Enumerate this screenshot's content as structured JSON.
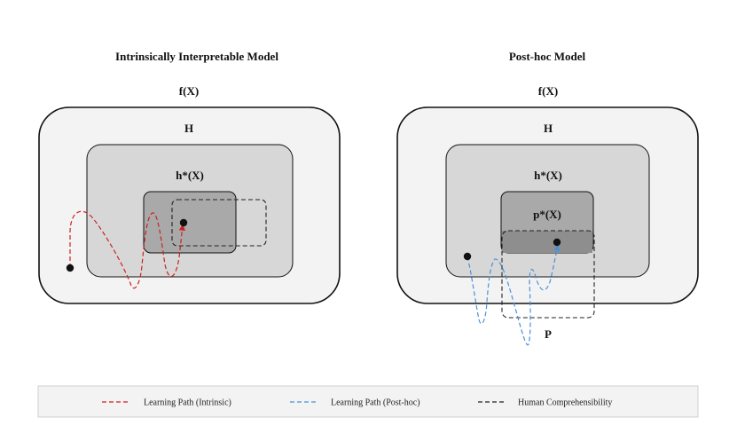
{
  "left_panel": {
    "title": "Intrinsically Interpretable Model",
    "outer_label": "f(X)",
    "space_label": "H",
    "target_label": "h*(X)"
  },
  "right_panel": {
    "title": "Post-hoc Model",
    "outer_label": "f(X)",
    "space_label": "H",
    "target_label": "h*(X)",
    "inner_label": "p*(X)",
    "comprehensible_label": "P"
  },
  "legend": {
    "intrinsic": {
      "label": "Learning Path (Intrinsic)",
      "color": "#cc2222"
    },
    "posthoc": {
      "label": "Learning Path (Post-hoc)",
      "color": "#4a90d9"
    },
    "human": {
      "label": "Human Comprehensibility",
      "color": "#222222"
    }
  },
  "colors": {
    "outer_fill": "#f3f3f3",
    "h_fill": "#d7d7d7",
    "hstar_fill": "#a9a9a9",
    "overlap_fill": "#8e8e8e"
  }
}
